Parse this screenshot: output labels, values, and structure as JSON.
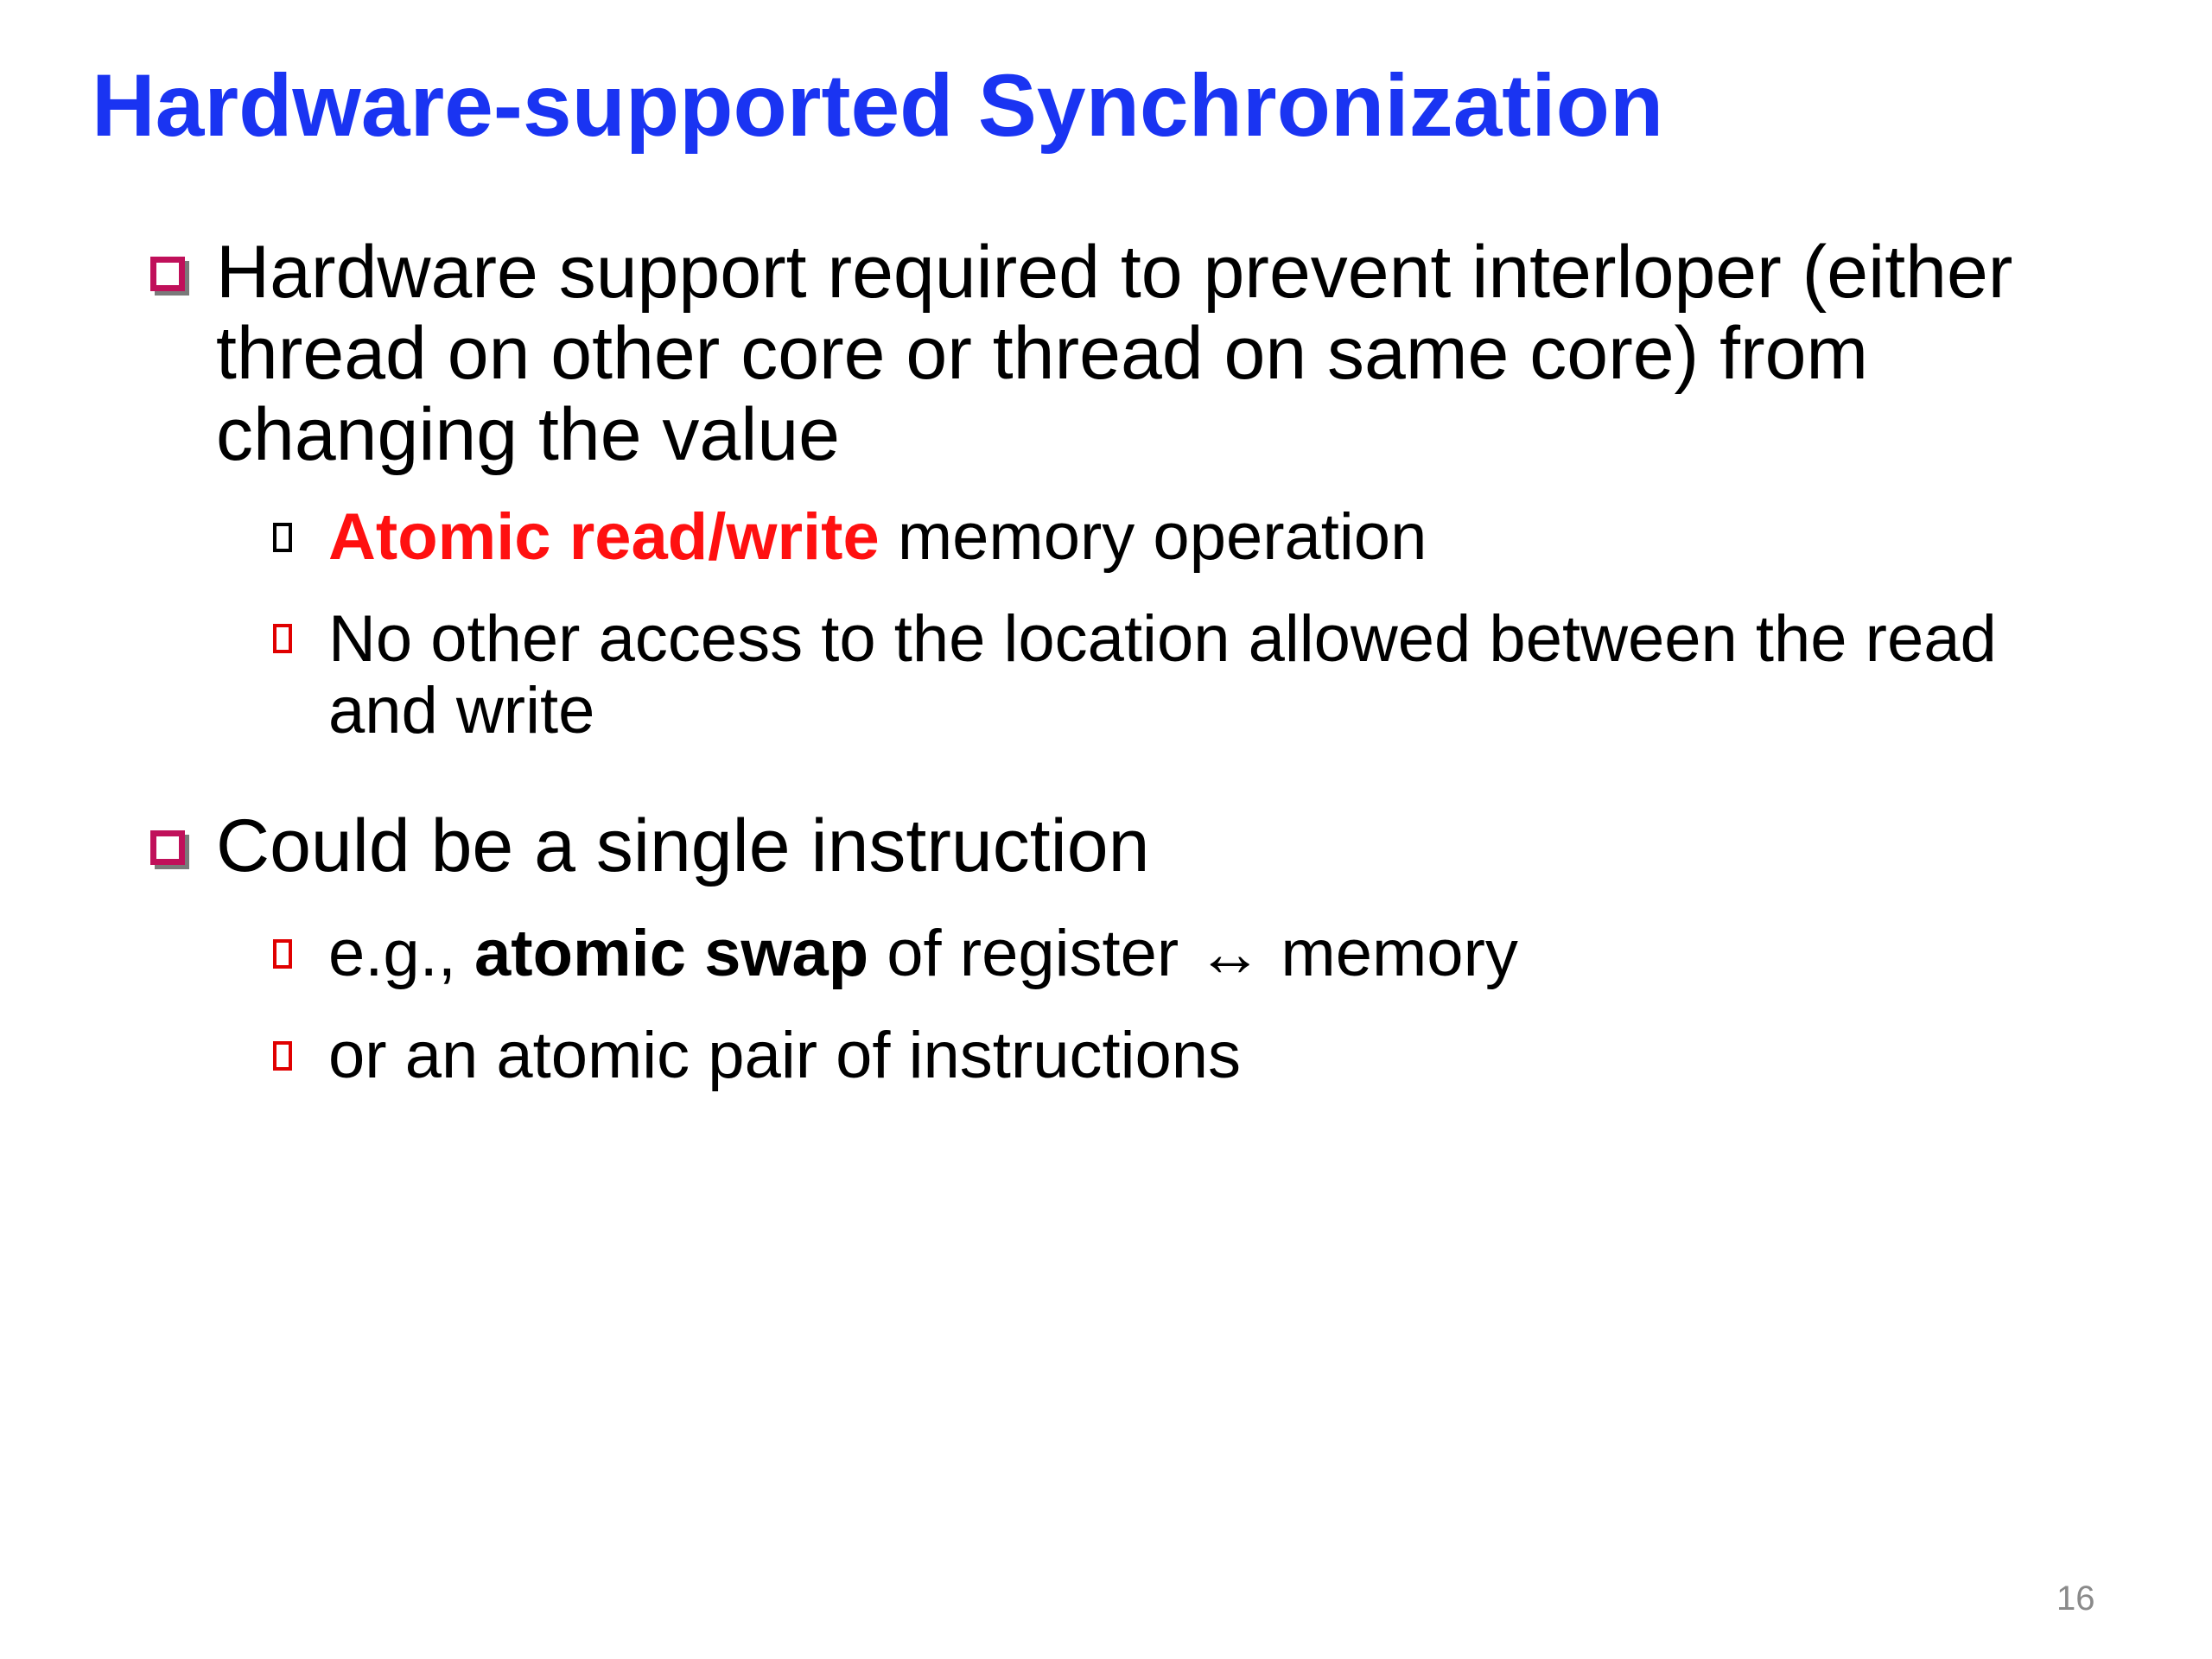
{
  "slide": {
    "title": "Hardware-supported Synchronization",
    "page_number": "16",
    "colors": {
      "title": "#1a34f2",
      "bullet_level1": "#c0105a",
      "highlight": "#ff1010",
      "page_number": "#8a8a8a"
    },
    "points": [
      {
        "text": "Hardware support required to prevent interloper (either thread on other core or thread on same core) from changing the value",
        "icon": "square-bullet-icon",
        "subpoints": [
          {
            "icon": "small-square-bullet-icon",
            "highlight": "Atomic read/write",
            "rest": " memory operation"
          },
          {
            "icon": "small-square-bullet-icon",
            "text": "No other access to the location allowed between the read and write"
          }
        ]
      },
      {
        "text": "Could be a single instruction",
        "icon": "square-bullet-icon",
        "subpoints": [
          {
            "icon": "small-square-bullet-icon",
            "before": "e.g., ",
            "bold": "atomic swap",
            "after": " of register ↔ memory"
          },
          {
            "icon": "small-square-bullet-icon",
            "text": "or an atomic pair of instructions"
          }
        ]
      }
    ]
  }
}
